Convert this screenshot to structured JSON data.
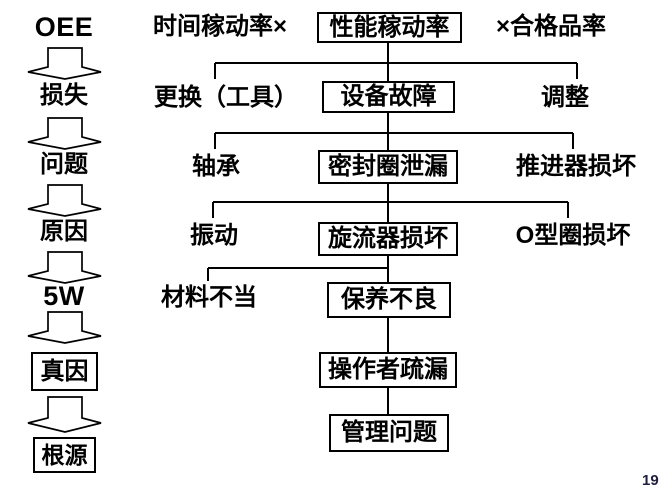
{
  "page": {
    "number": "19",
    "background_color": "#ffffff",
    "line_color": "#000000",
    "text_color": "#000000"
  },
  "ladder": {
    "items": [
      {
        "label": "OEE"
      },
      {
        "label": "损失"
      },
      {
        "label": "问题"
      },
      {
        "label": "原因"
      },
      {
        "label": "5W"
      },
      {
        "label": "真因"
      },
      {
        "label": "根源"
      }
    ]
  },
  "formula": {
    "left": "时间稼动率×",
    "center": "性能稼动率",
    "right": "×合格品率"
  },
  "tree": {
    "levels": [
      {
        "left": "更换（工具）",
        "center": "设备故障",
        "right": "调整"
      },
      {
        "left": "轴承",
        "center": "密封圈泄漏",
        "right": "推进器损坏"
      },
      {
        "left": "振动",
        "center": "旋流器损坏",
        "right": "O型圈损坏"
      },
      {
        "left": "材料不当",
        "center": "保养不良"
      },
      {
        "center": "操作者疏漏"
      },
      {
        "center": "管理问题"
      }
    ]
  },
  "icons": {
    "down_arrow": "down-arrow-icon"
  }
}
